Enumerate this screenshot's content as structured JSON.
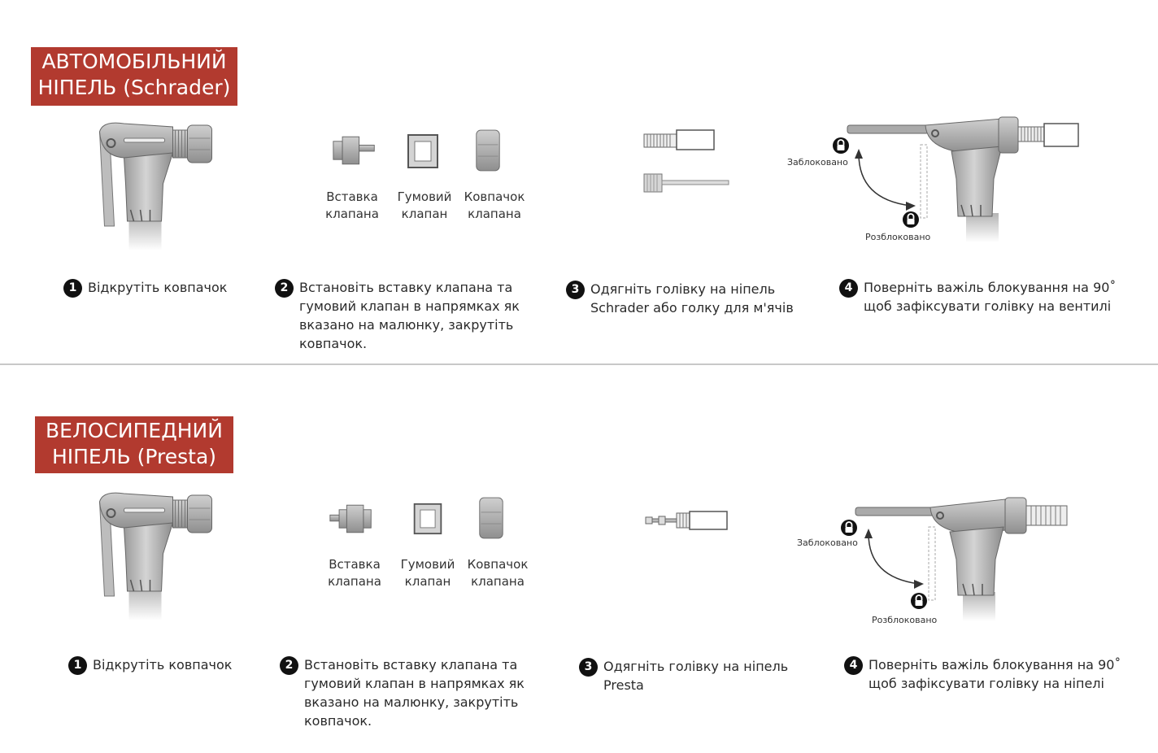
{
  "sections": [
    {
      "title": [
        "АВТОМОБІЛЬНИЙ",
        "НІПЕЛЬ (Schrader)"
      ],
      "parts": [
        [
          "Вставка",
          "клапана"
        ],
        [
          "Гумовий",
          "клапан"
        ],
        [
          "Ковпачок",
          "клапана"
        ]
      ],
      "lock_labels": {
        "locked": "Заблоковано",
        "unlocked": "Розблоковано"
      },
      "steps": [
        {
          "num": "1",
          "lines": [
            "Відкрутіть ковпачок"
          ]
        },
        {
          "num": "2",
          "lines": [
            "Встановіть вставку клапана та",
            "гумовий клапан в напрямках як",
            "вказано на малюнку, закрутіть",
            "ковпачок."
          ]
        },
        {
          "num": "3",
          "lines": [
            "Одягніть голівку на ніпель",
            "Schrader або голку для м'ячів"
          ]
        },
        {
          "num": "4",
          "lines": [
            "Поверніть важіль блокування на 90˚",
            "щоб зафіксувати голівку на вентилі"
          ]
        }
      ]
    },
    {
      "title": [
        "ВЕЛОСИПЕДНИЙ",
        "НІПЕЛЬ (Presta)"
      ],
      "parts": [
        [
          "Вставка",
          "клапана"
        ],
        [
          "Гумовий",
          "клапан"
        ],
        [
          "Ковпачок",
          "клапана"
        ]
      ],
      "lock_labels": {
        "locked": "Заблоковано",
        "unlocked": "Розблоковано"
      },
      "steps": [
        {
          "num": "1",
          "lines": [
            "Відкрутіть ковпачок"
          ]
        },
        {
          "num": "2",
          "lines": [
            "Встановіть вставку клапана та",
            "гумовий клапан в напрямках як",
            "вказано на малюнку, закрутіть",
            "ковпачок."
          ]
        },
        {
          "num": "3",
          "lines": [
            "Одягніть голівку на ніпель",
            "Presta"
          ]
        },
        {
          "num": "4",
          "lines": [
            "Поверніть важіль блокування на 90˚",
            "щоб зафіксувати голівку на ніпелі"
          ]
        }
      ]
    }
  ],
  "colors": {
    "title_bg": "#b23a2f",
    "title_text": "#ffffff",
    "divider": "#c8c8c8"
  },
  "icons": [
    "pump-head-icon",
    "valve-insert-icon",
    "rubber-valve-icon",
    "valve-cap-icon",
    "schrader-valve-icon",
    "ball-needle-icon",
    "presta-valve-icon",
    "padlock-icon",
    "lock-arrow-icon"
  ]
}
